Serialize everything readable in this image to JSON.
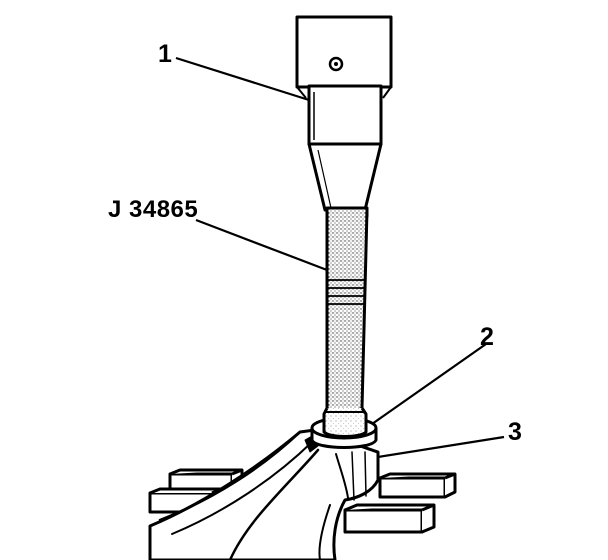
{
  "callouts": {
    "c1": "1",
    "c2": "2",
    "c3": "3",
    "tool": "J 34865"
  }
}
